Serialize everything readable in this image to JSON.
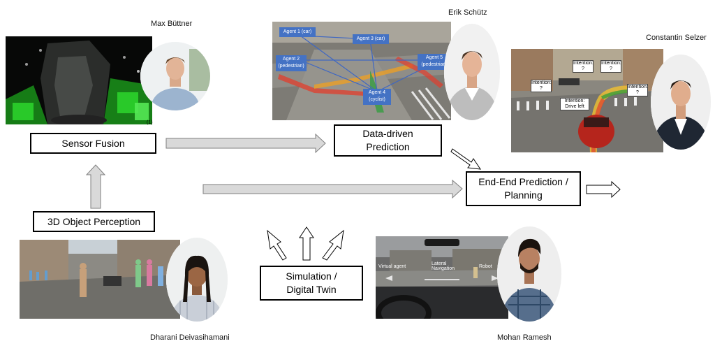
{
  "people": {
    "max": "Max Büttner",
    "erik": "Erik Schütz",
    "constantin": "Constantin Selzer",
    "dharani": "Dharani Deivasihamani",
    "mohan": "Mohan Ramesh"
  },
  "boxes": {
    "sensor_fusion": "Sensor Fusion",
    "data_driven_line1": "Data-driven",
    "data_driven_line2": "Prediction",
    "end_to_end_line1": "End-End Prediction /",
    "end_to_end_line2": "Planning",
    "object_perception": "3D Object Perception",
    "simulation_line1": "Simulation /",
    "simulation_line2": "Digital Twin"
  },
  "footnote": "(1)",
  "prediction_scene": {
    "agents": [
      {
        "line1": "Agent 1 (car)",
        "line2": ""
      },
      {
        "line1": "Agent 2",
        "line2": "(pedestrian)"
      },
      {
        "line1": "Agent 3 (car)",
        "line2": ""
      },
      {
        "line1": "Agent 5",
        "line2": "(pedestrian)"
      },
      {
        "line1": "Agent 4",
        "line2": "(cyclist)"
      }
    ]
  },
  "planning_scene": {
    "labels": [
      {
        "line1": "Intention:",
        "line2": "?"
      },
      {
        "line1": "Intention:",
        "line2": "?"
      },
      {
        "line1": "Intention:",
        "line2": "?"
      },
      {
        "line1": "Intention:",
        "line2": "?"
      },
      {
        "line1": "Intention:",
        "line2": "Drive left"
      }
    ]
  },
  "simulation_scene": {
    "labels": [
      "Virtual agent",
      "Lateral Navigation",
      "Robot"
    ]
  },
  "colors": {
    "arrow_fill": "#d9d9d9",
    "arrow_stroke": "#7f7f7f",
    "agent_box": "#4472c4",
    "lidar_green": "#2bd12b"
  }
}
